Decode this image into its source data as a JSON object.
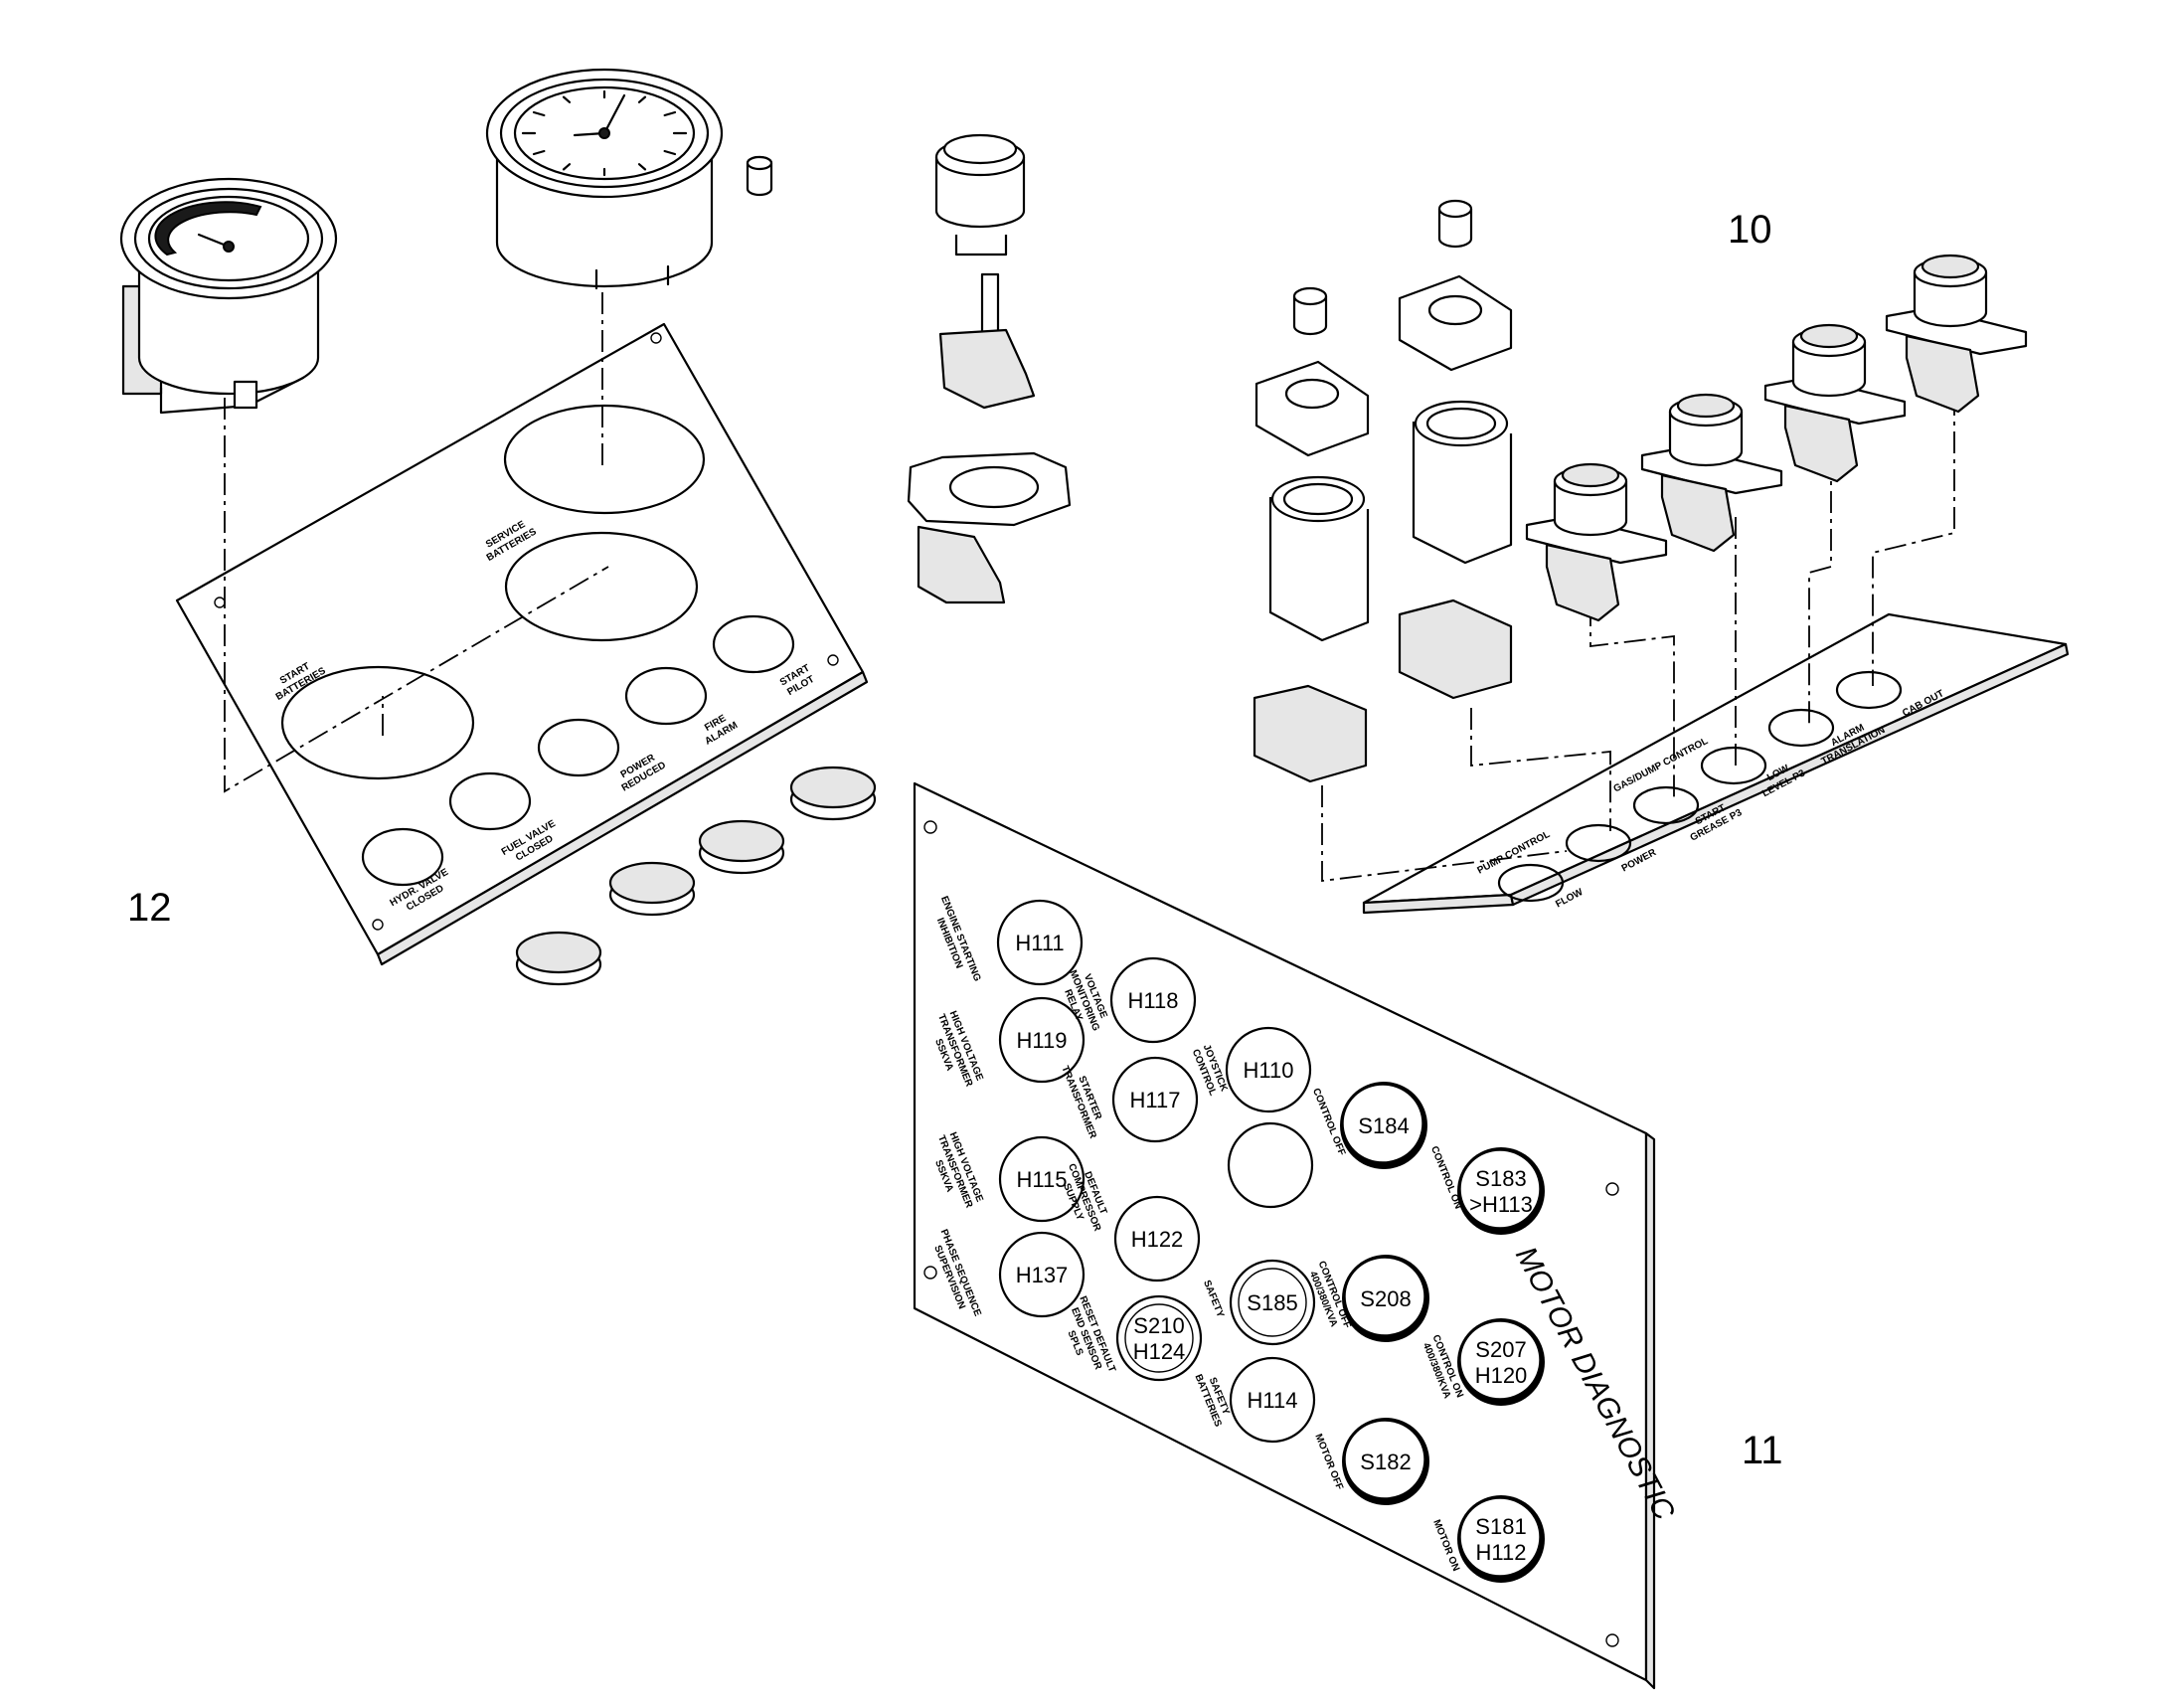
{
  "item_numbers": {
    "panel_10": "10",
    "panel_11": "11",
    "panel_12": "12"
  },
  "panel_12": {
    "cutouts": [
      {
        "name": "hydr-valve-closed",
        "label_lines": [
          "HYDR. VALVE",
          "CLOSED"
        ]
      },
      {
        "name": "fuel-valve-closed",
        "label_lines": [
          "FUEL VALVE",
          "CLOSED"
        ]
      },
      {
        "name": "power-reduced",
        "label_lines": [
          "POWER",
          "REDUCED"
        ]
      },
      {
        "name": "fire-alarm",
        "label_lines": [
          "FIRE",
          "ALARM"
        ]
      },
      {
        "name": "start-pilot",
        "label_lines": [
          "START",
          "PILOT"
        ]
      },
      {
        "name": "start-batteries",
        "label_lines": [
          "START",
          "BATTERIES"
        ]
      },
      {
        "name": "service-batteries",
        "label_lines": [
          "SERVICE",
          "BATTERIES"
        ]
      }
    ]
  },
  "panel_10": {
    "labels": [
      {
        "name": "pump-control",
        "lines": [
          "PUMP CONTROL"
        ]
      },
      {
        "name": "flow",
        "lines": [
          "FLOW"
        ]
      },
      {
        "name": "gas-control",
        "lines": [
          "GAS/DUMP CONTROL"
        ]
      },
      {
        "name": "power",
        "lines": [
          "POWER"
        ]
      },
      {
        "name": "start-stop",
        "lines": [
          "START",
          "GREASE P3"
        ]
      },
      {
        "name": "low-level",
        "lines": [
          "LOW",
          "LEVEL P3"
        ]
      },
      {
        "name": "alarm-translation",
        "lines": [
          "ALARM",
          "TRANSLATION"
        ]
      },
      {
        "name": "cab-out",
        "lines": [
          "CAB OUT"
        ]
      }
    ]
  },
  "panel_11": {
    "title": "MOTOR DIAGNOSTIC",
    "components": [
      {
        "name": "h111",
        "lines": [
          "H111"
        ],
        "dark": false
      },
      {
        "name": "h118",
        "lines": [
          "H118"
        ],
        "dark": false
      },
      {
        "name": "h119",
        "lines": [
          "H119"
        ],
        "dark": false
      },
      {
        "name": "h110",
        "lines": [
          "H110"
        ],
        "dark": false
      },
      {
        "name": "h117",
        "lines": [
          "H117"
        ],
        "dark": false
      },
      {
        "name": "s184",
        "lines": [
          "S184"
        ],
        "dark": true
      },
      {
        "name": "blank",
        "lines": [],
        "dark": false
      },
      {
        "name": "h115",
        "lines": [
          "H115"
        ],
        "dark": false
      },
      {
        "name": "s183-h113",
        "lines": [
          "S183",
          ">H113"
        ],
        "dark": true
      },
      {
        "name": "h122",
        "lines": [
          "H122"
        ],
        "dark": false
      },
      {
        "name": "h137",
        "lines": [
          "H137"
        ],
        "dark": false
      },
      {
        "name": "s185",
        "lines": [
          "S185"
        ],
        "dark": false
      },
      {
        "name": "s208",
        "lines": [
          "S208"
        ],
        "dark": true
      },
      {
        "name": "s210-h124",
        "lines": [
          "S210",
          "H124"
        ],
        "dark": false
      },
      {
        "name": "s207-h120",
        "lines": [
          "S207",
          "H120"
        ],
        "dark": true
      },
      {
        "name": "h114",
        "lines": [
          "H114"
        ],
        "dark": false
      },
      {
        "name": "s182",
        "lines": [
          "S182"
        ],
        "dark": true
      },
      {
        "name": "s181-h112",
        "lines": [
          "S181",
          "H112"
        ],
        "dark": true
      }
    ],
    "labels": [
      {
        "name": "engine-starting-inhibition",
        "lines": [
          "ENGINE STARTING",
          "INHIBITION"
        ]
      },
      {
        "name": "voltage-monitoring-relay",
        "lines": [
          "VOLTAGE",
          "MONITORING",
          "RELAY"
        ]
      },
      {
        "name": "high-voltage-transformer-3",
        "lines": [
          "HIGH VOLTAGE",
          "TRANSFORMER",
          "SSKVA"
        ]
      },
      {
        "name": "joystick-control",
        "lines": [
          "JOYSTICK",
          "CONTROL"
        ]
      },
      {
        "name": "starter-transformer",
        "lines": [
          "STARTER",
          "TRANSFORMER"
        ]
      },
      {
        "name": "control-off",
        "lines": [
          "CONTROL OFF"
        ]
      },
      {
        "name": "high-voltage-transformer-1",
        "lines": [
          "HIGH VOLTAGE",
          "TRANSFORMER",
          "SSKVA"
        ]
      },
      {
        "name": "control-on",
        "lines": [
          "CONTROL ON"
        ]
      },
      {
        "name": "default-compressor-supply",
        "lines": [
          "DEFAULT",
          "COMPRESSOR",
          "SUPPLY"
        ]
      },
      {
        "name": "phase-sequence-supervision",
        "lines": [
          "PHASE SEQUENCE",
          "SUPERVISION"
        ]
      },
      {
        "name": "safety",
        "lines": [
          "SAFETY"
        ]
      },
      {
        "name": "control-off-400",
        "lines": [
          "CONTROL OFF",
          "400/380/KVA"
        ]
      },
      {
        "name": "reset-default-end-sensor",
        "lines": [
          "RESET DEFAULT",
          "END SENSOR",
          "SPLS"
        ]
      },
      {
        "name": "control-on-400",
        "lines": [
          "CONTROL ON",
          "400/380/KVA"
        ]
      },
      {
        "name": "safety-batteries",
        "lines": [
          "SAFETY",
          "BATTERIES"
        ]
      },
      {
        "name": "motor-off",
        "lines": [
          "MOTOR OFF"
        ]
      },
      {
        "name": "motor-on",
        "lines": [
          "MOTOR ON"
        ]
      }
    ]
  }
}
